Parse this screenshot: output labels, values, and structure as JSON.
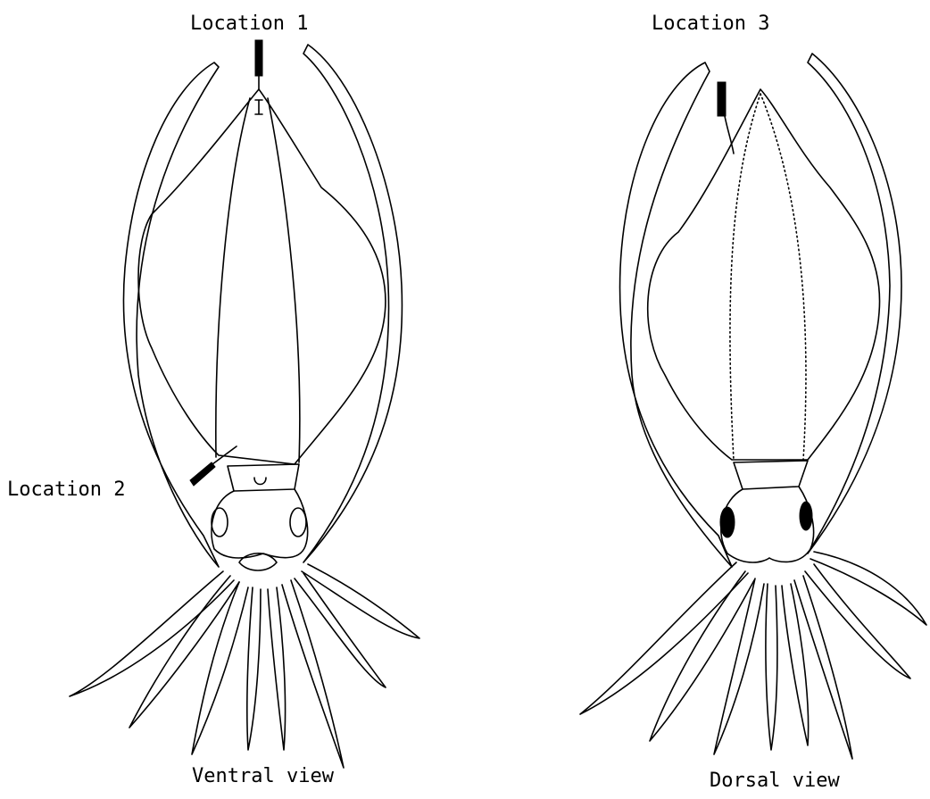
{
  "labels": {
    "location_1": "Location 1",
    "location_2": "Location 2",
    "location_3": "Location 3",
    "ventral_view": "Ventral view",
    "dorsal_view": "Dorsal view"
  },
  "colors": {
    "ink": "#000000",
    "background": "#ffffff"
  }
}
